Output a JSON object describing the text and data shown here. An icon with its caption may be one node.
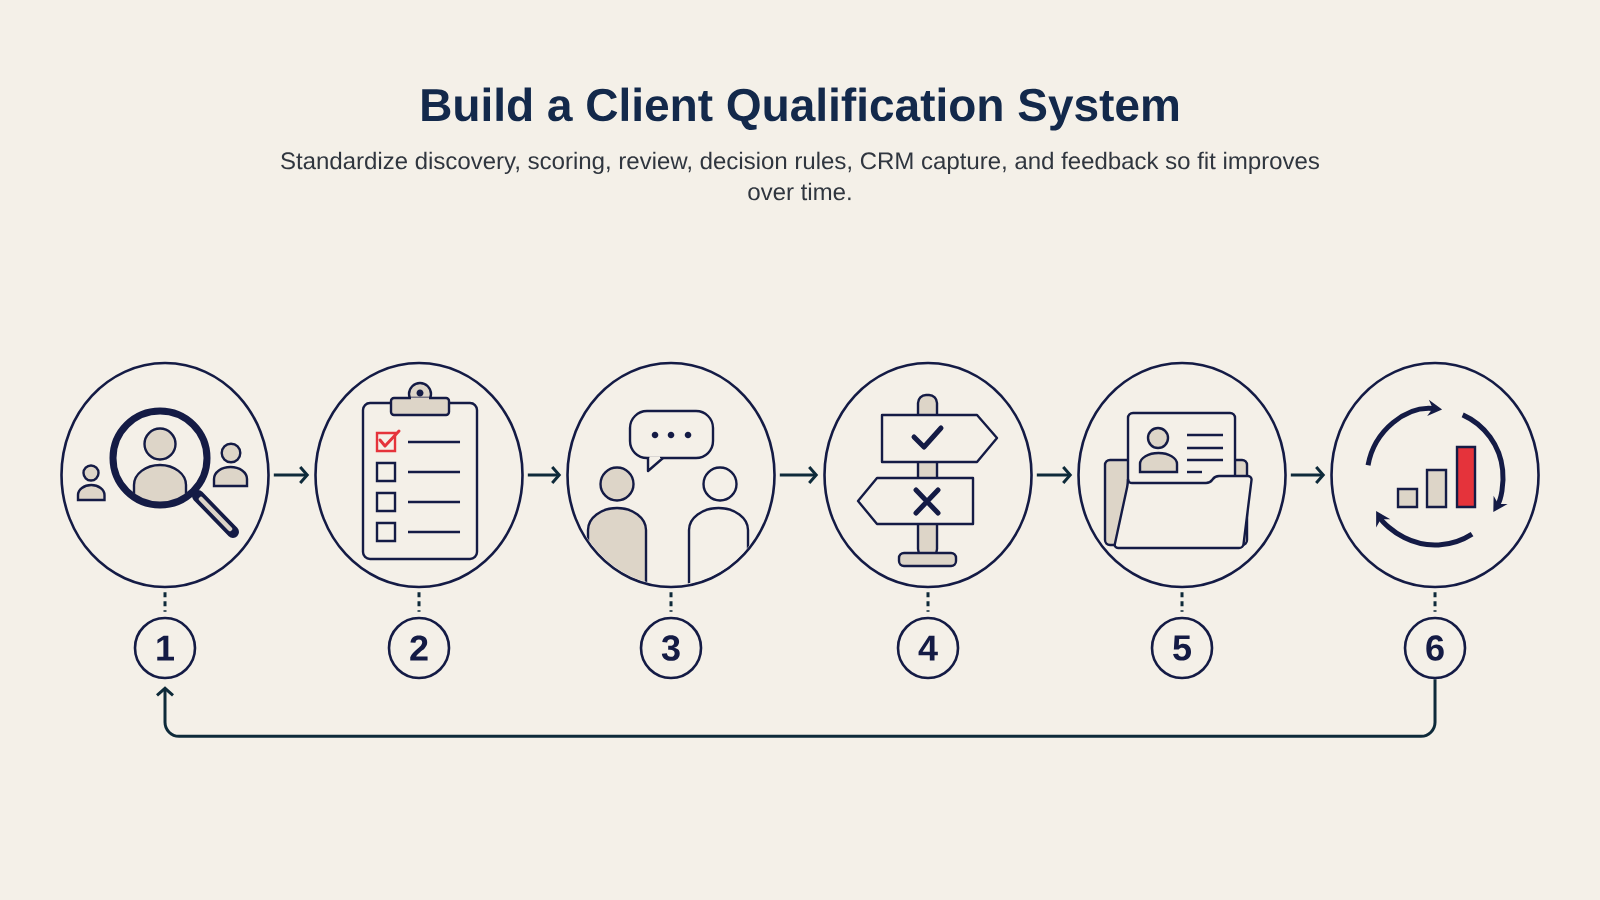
{
  "diagram": {
    "title": "Build a Client Qualification System",
    "nodes": [
      {
        "text": [],
        "shape": "circle"
      },
      {
        "text": [],
        "shape": "circle"
      },
      {
        "text": [],
        "shape": "circle"
      },
      {
        "text": [],
        "shape": "circle"
      },
      {
        "text": [],
        "shape": "circle"
      },
      {
        "text": [],
        "shape": "circle"
      },
      {
        "text": [
          "1"
        ]
      },
      {
        "text": [
          "2"
        ]
      },
      {
        "text": [
          "3"
        ]
      },
      {
        "text": [
          "4"
        ]
      },
      {
        "text": [
          "5"
        ]
      },
      {
        "text": [
          "6"
        ]
      }
    ],
    "edges": [
      {
        "from": 0,
        "to": 1,
        "arrow": "to"
      },
      {
        "from": 1,
        "to": 2,
        "arrow": "to"
      },
      {
        "from": 2,
        "to": 3,
        "arrow": "to"
      },
      {
        "from": 3,
        "to": 4,
        "arrow": "to"
      },
      {
        "from": 4,
        "to": 5,
        "arrow": "to"
      },
      {
        "from": 0,
        "to": 6,
        "arrow": "none",
        "style": "dashed"
      },
      {
        "from": 1,
        "to": 7,
        "arrow": "none",
        "style": "dashed"
      },
      {
        "from": 2,
        "to": 8,
        "arrow": "none",
        "style": "dashed"
      },
      {
        "from": 3,
        "to": 9,
        "arrow": "none",
        "style": "dashed"
      },
      {
        "from": 4,
        "to": 10,
        "arrow": "none",
        "style": "dashed"
      },
      {
        "from": 5,
        "to": 11,
        "arrow": "none",
        "style": "dashed"
      },
      {
        "from": 11,
        "to": 6,
        "arrow": "to"
      }
    ],
    "labels": [
      "Standardize discovery, scoring, review, decision rules, CRM capture, and feedback so fit improves over time."
    ]
  }
}
